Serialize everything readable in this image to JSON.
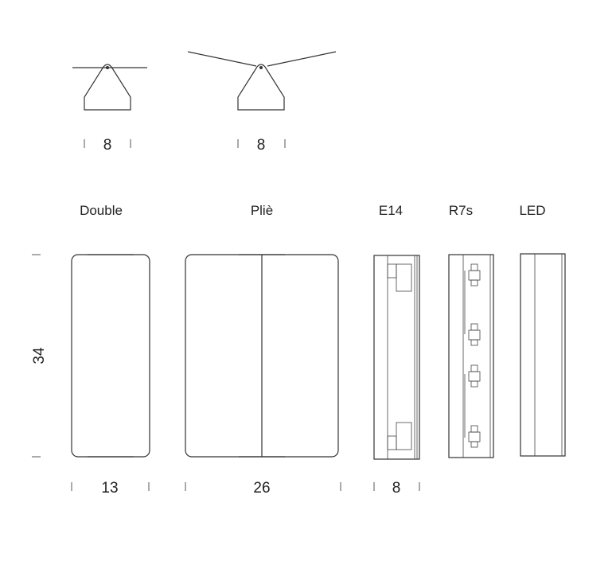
{
  "labels": {
    "double": "Double",
    "plie": "Pliè",
    "e14": "E14",
    "r7s": "R7s",
    "led": "LED"
  },
  "dimensions": {
    "top_double_width": "8",
    "top_plie_width": "8",
    "height": "34",
    "double_width": "13",
    "plie_width": "26",
    "side_depth": "8"
  },
  "colors": {
    "line": "#333333",
    "background": "#ffffff"
  }
}
